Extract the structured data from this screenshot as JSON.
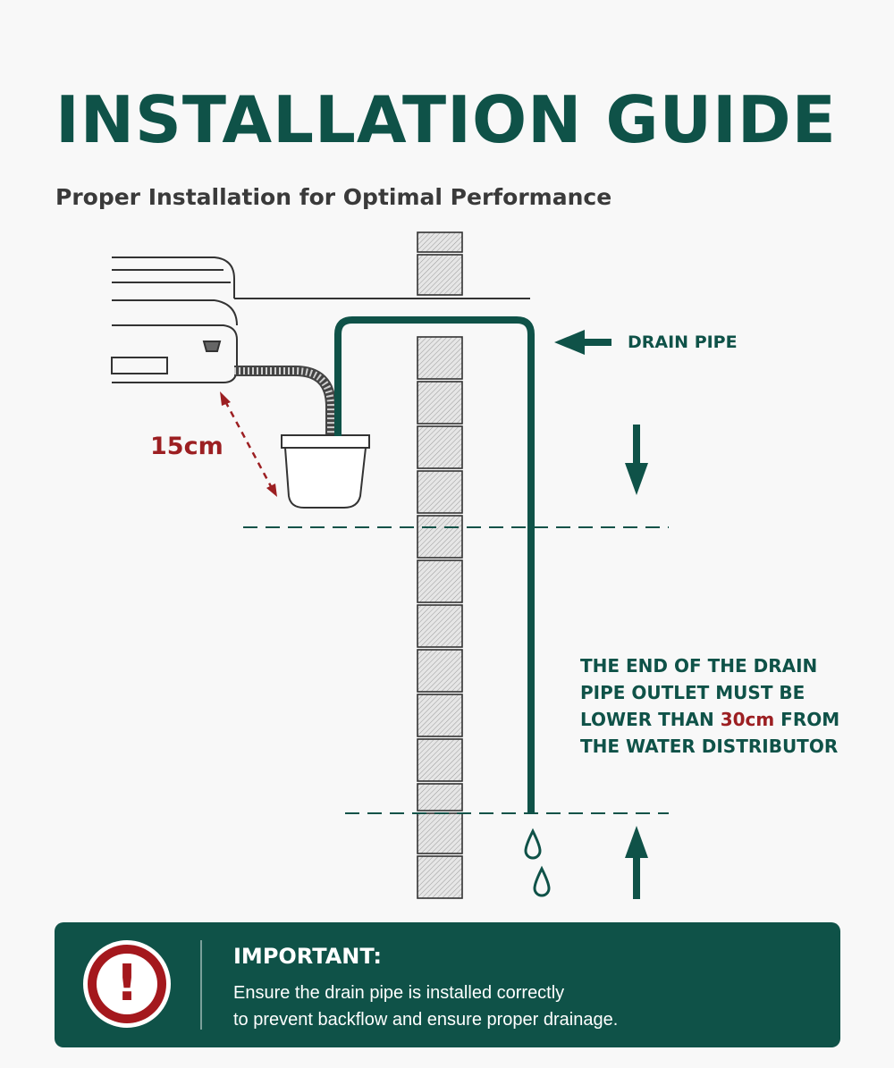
{
  "header": {
    "title": "INSTALLATION GUIDE",
    "subtitle": "Proper Installation for Optimal Performance"
  },
  "diagram": {
    "drain_pipe_label": "DRAIN PIPE",
    "distance_label": "15cm",
    "note": {
      "line1": "THE END OF THE DRAIN",
      "line2": "PIPE OUTLET MUST BE",
      "line3_before": "LOWER THAN ",
      "line3_highlight": "30cm",
      "line3_after": " FROM",
      "line4": "THE WATER DISTRIBUTOR"
    }
  },
  "important": {
    "title": "IMPORTANT:",
    "line1": "Ensure the drain pipe is installed correctly",
    "line2": "to prevent backflow and ensure proper drainage.",
    "icon": "exclamation-icon"
  },
  "colors": {
    "brand_green": "#0f5248",
    "accent_red": "#9c1f22",
    "text_dark": "#3a3a3a",
    "background": "#f8f8f8"
  }
}
